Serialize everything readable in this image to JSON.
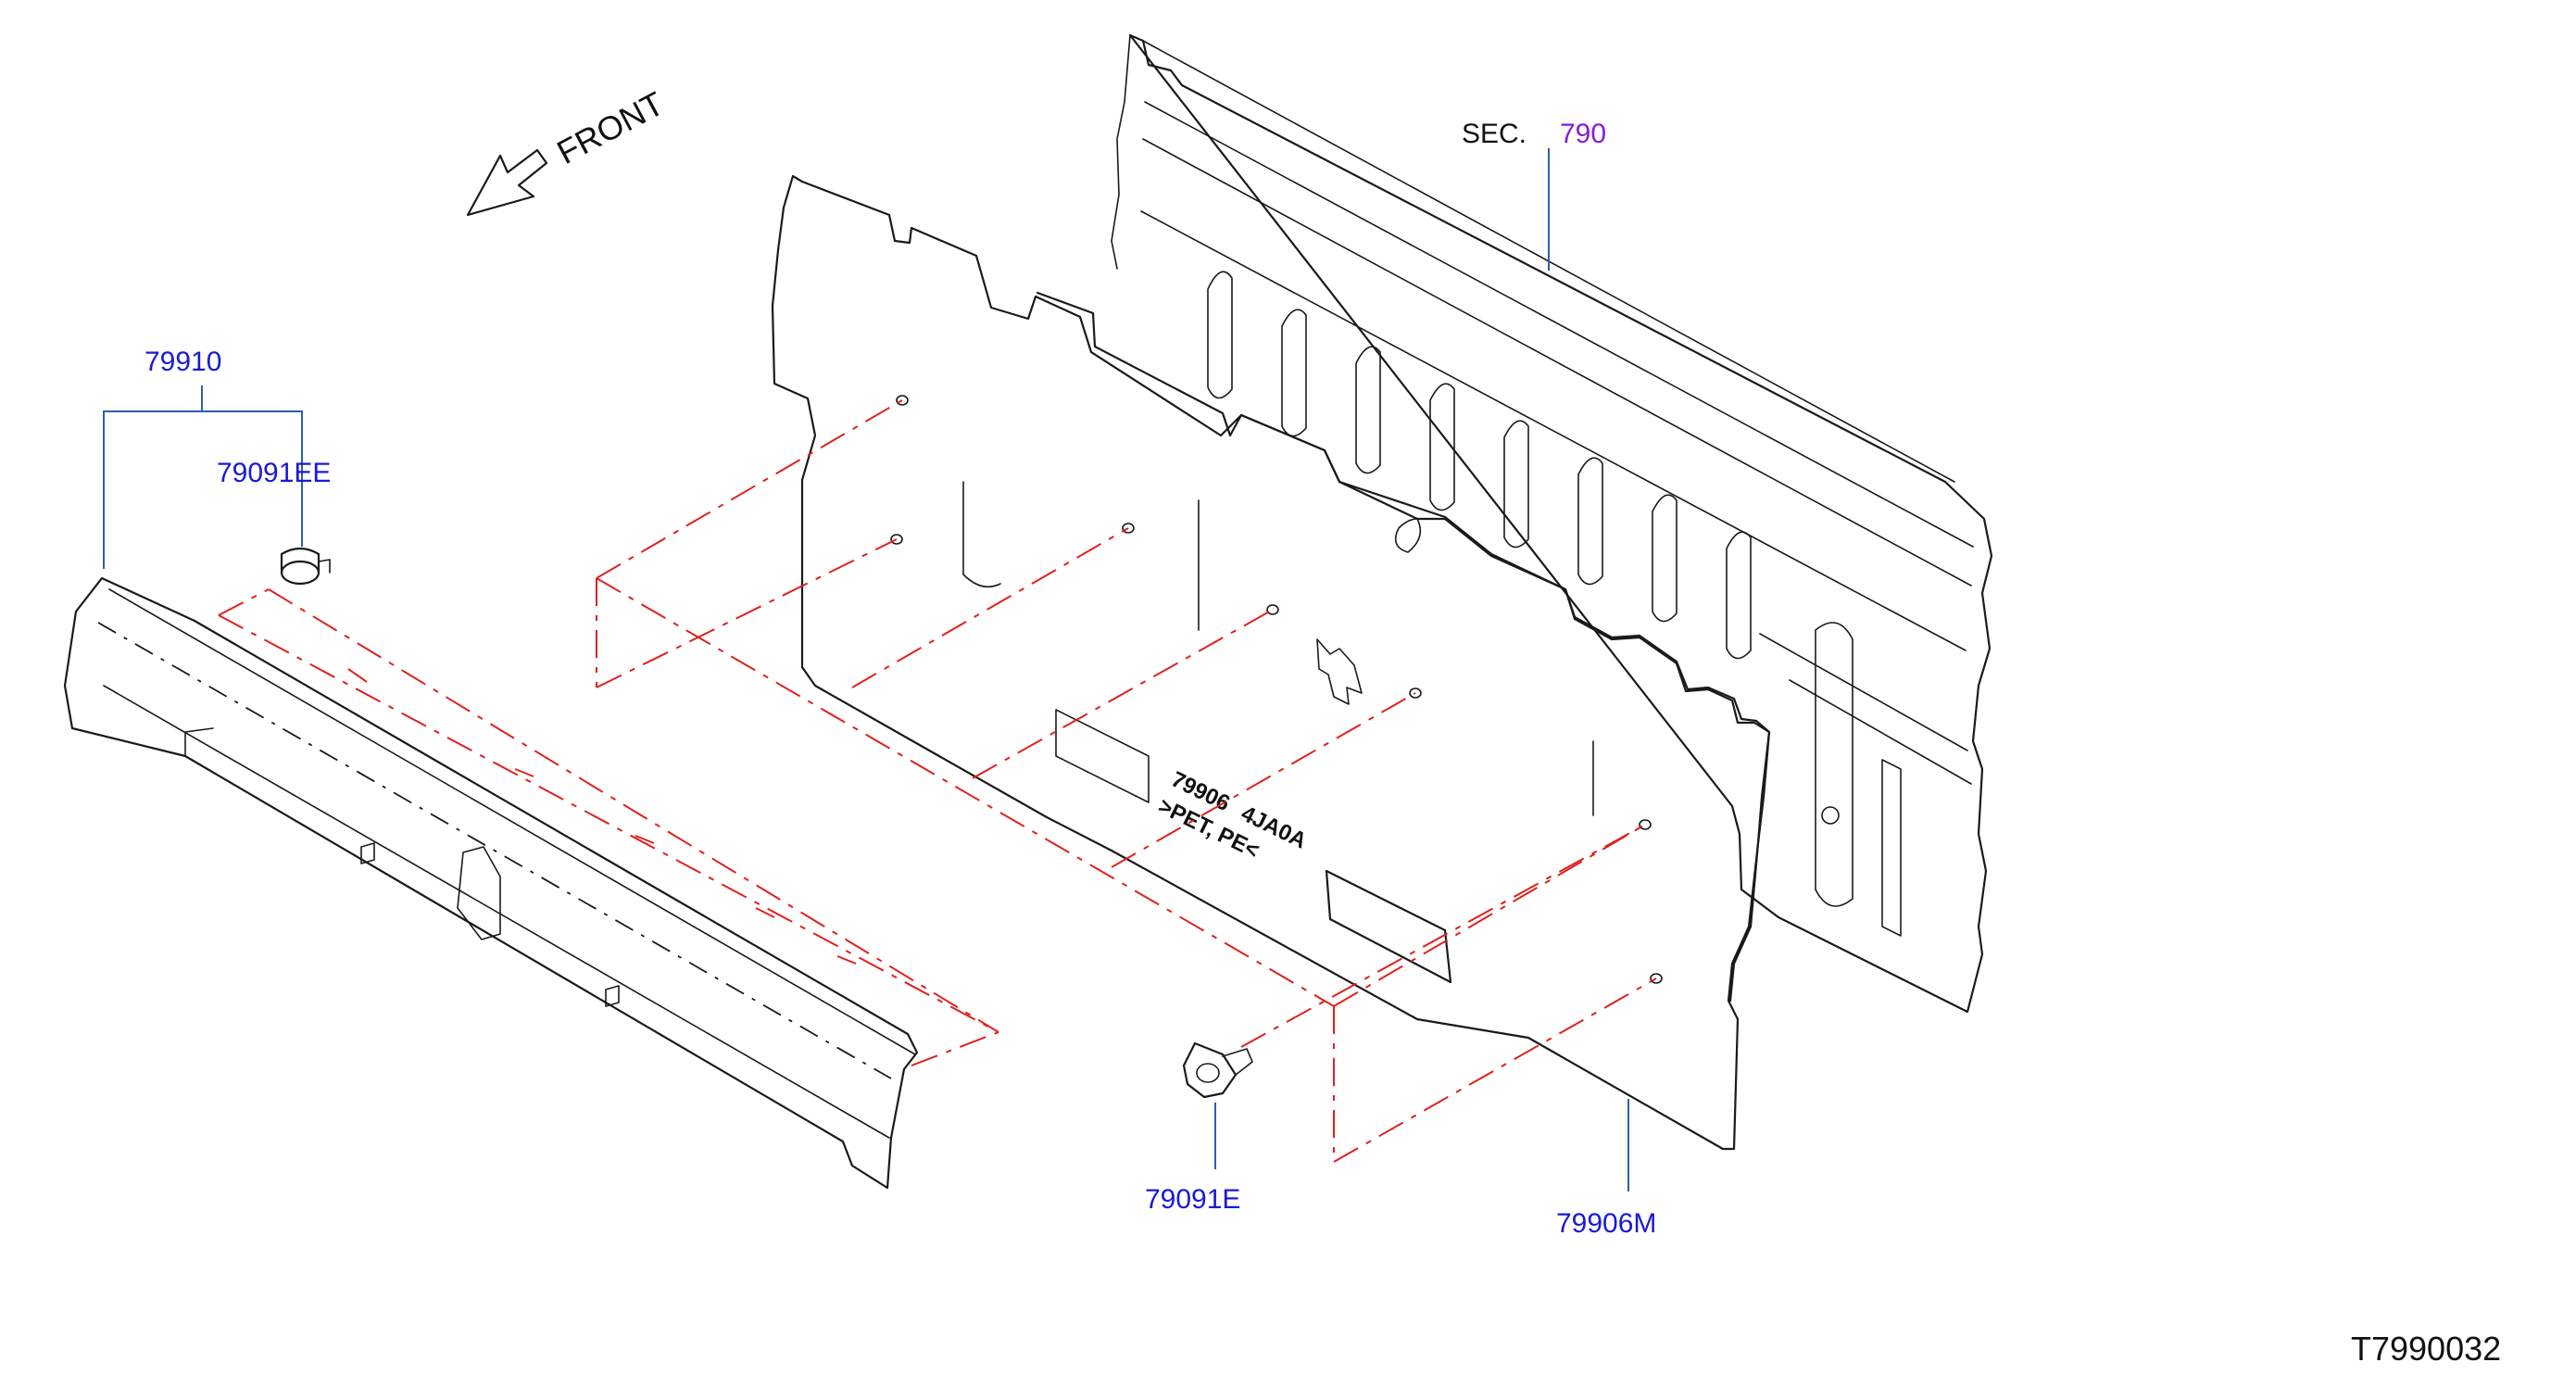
{
  "direction_label": "FRONT",
  "section_ref": {
    "prefix": "SEC.",
    "number": "790"
  },
  "callouts": {
    "trim_assembly": "79910",
    "clip_upper": "79091EE",
    "clip_lower": "79091E",
    "panel_finisher": "79906M"
  },
  "panel_stamp": {
    "line1": "79906",
    "line2": "4JA0A",
    "line3": ">PET, PE<"
  },
  "diagram_id": "T7990032",
  "colors": {
    "callout_blue": "#1a1ad6",
    "section_purple": "#8a1ad6",
    "leader_blue": "#2d5fa8",
    "phantom_red": "#e0201e",
    "outline": "#1a1a1a"
  }
}
